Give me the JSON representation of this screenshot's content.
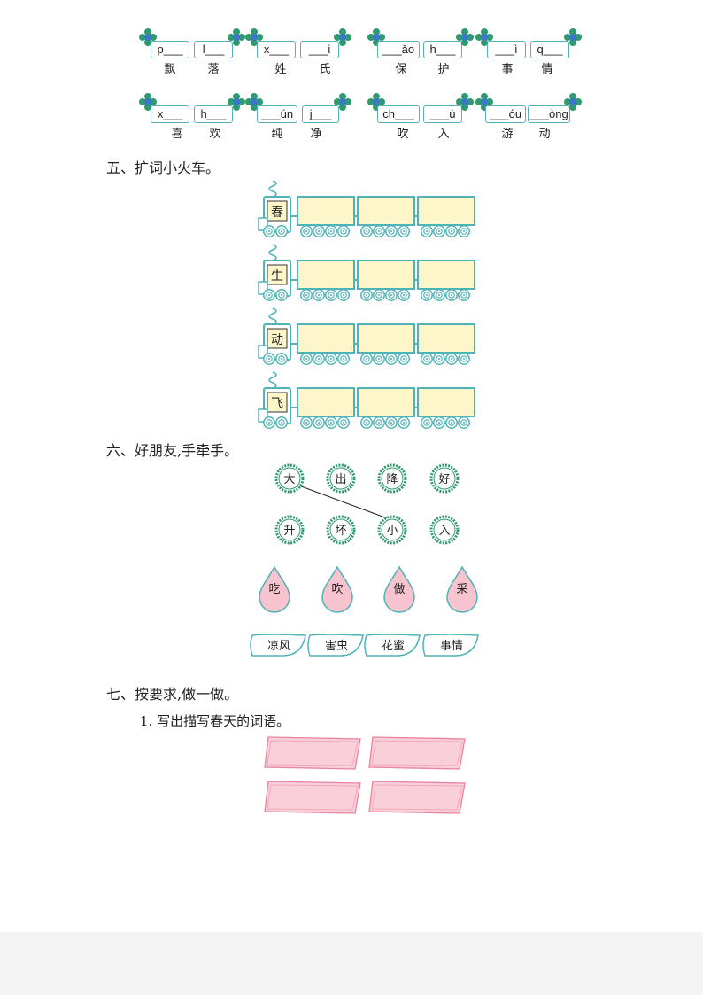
{
  "pinyin_rows": [
    {
      "groups": [
        {
          "boxes": [
            "p___",
            "l___"
          ],
          "chars": [
            "飘",
            "落"
          ]
        },
        {
          "boxes": [
            "x___",
            "___i"
          ],
          "chars": [
            "姓",
            "氏"
          ]
        },
        {
          "boxes": [
            "___ǎo",
            "h___"
          ],
          "chars": [
            "保",
            "护"
          ]
        },
        {
          "boxes": [
            "___ì",
            "q___"
          ],
          "chars": [
            "事",
            "情"
          ]
        }
      ]
    },
    {
      "groups": [
        {
          "boxes": [
            "x___",
            "h___"
          ],
          "chars": [
            "喜",
            "欢"
          ]
        },
        {
          "boxes": [
            "___ún",
            "j___"
          ],
          "chars": [
            "纯",
            "净"
          ]
        },
        {
          "boxes": [
            "ch___",
            "___ù"
          ],
          "chars": [
            "吹",
            "入"
          ]
        },
        {
          "boxes": [
            "___óu",
            "___òng"
          ],
          "chars": [
            "游",
            "动"
          ]
        }
      ]
    }
  ],
  "section5": {
    "title": "五、扩词小火车。",
    "trains": [
      "春",
      "生",
      "动",
      "飞"
    ]
  },
  "section6": {
    "title": "六、好朋友,手牵手。",
    "top_circles": [
      "大",
      "出",
      "降",
      "好"
    ],
    "bottom_circles": [
      "升",
      "坏",
      "小",
      "入"
    ],
    "drops": [
      "吃",
      "吹",
      "做",
      "采"
    ],
    "leaves": [
      "凉风",
      "害虫",
      "花蜜",
      "事情"
    ]
  },
  "section7": {
    "title": "七、按要求,做一做。",
    "sub1": "1. 写出描写春天的词语。"
  },
  "colors": {
    "teal": "#4fb3b8",
    "yellow": "#fdf6c8",
    "pink": "#f7c3cf",
    "pink_border": "#e8829e"
  }
}
